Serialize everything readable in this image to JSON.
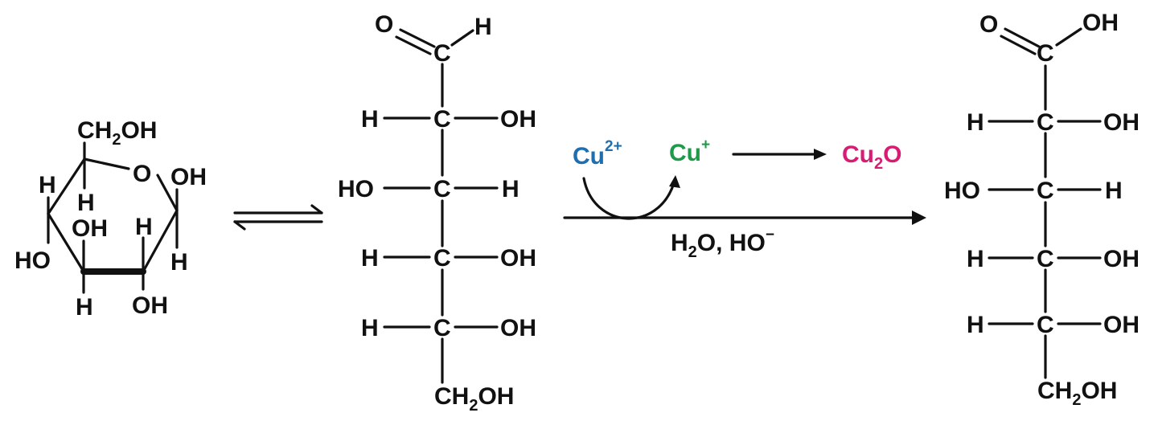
{
  "colors": {
    "ink": "#111111",
    "cu2": "#1f6fb0",
    "cu1": "#1f9a4a",
    "cu2o": "#d81b73"
  },
  "glucose_ring": {
    "ch2oh": "CH",
    "ch2oh_sub": "2",
    "ch2oh_tail": "OH",
    "ring_o": "O",
    "oh_anomeric": "OH",
    "h_anomeric": "H",
    "h_c5": "H",
    "h_c4_inner": "H",
    "oh_c3_inner": "OH",
    "h_c2_inner": "H",
    "ho_c4": "HO",
    "h_c3": "H",
    "oh_c2": "OH"
  },
  "open_chain": {
    "aldehyde_o": "O",
    "aldehyde_h": "H",
    "carbons": [
      "C",
      "C",
      "C",
      "C",
      "C"
    ],
    "rows": [
      {
        "left": "H",
        "right": "OH"
      },
      {
        "left": "HO",
        "right": "H"
      },
      {
        "left": "H",
        "right": "OH"
      },
      {
        "left": "H",
        "right": "OH"
      }
    ],
    "bottom": "CH",
    "bottom_sub": "2",
    "bottom_tail": "OH"
  },
  "reaction": {
    "cu2_base": "Cu",
    "cu2_charge": "2+",
    "cu1_base": "Cu",
    "cu1_charge": "+",
    "cu2o_base": "Cu",
    "cu2o_sub": "2",
    "cu2o_tail": "O",
    "cond_h": "H",
    "cond_sub": "2",
    "cond_mid": "O, HO",
    "cond_charge": "−"
  },
  "product_chain": {
    "acid_o": "O",
    "acid_oh": "OH",
    "carbons": [
      "C",
      "C",
      "C",
      "C",
      "C"
    ],
    "rows": [
      {
        "left": "H",
        "right": "OH"
      },
      {
        "left": "HO",
        "right": "H"
      },
      {
        "left": "H",
        "right": "OH"
      },
      {
        "left": "H",
        "right": "OH"
      }
    ],
    "bottom": "CH",
    "bottom_sub": "2",
    "bottom_tail": "OH"
  }
}
